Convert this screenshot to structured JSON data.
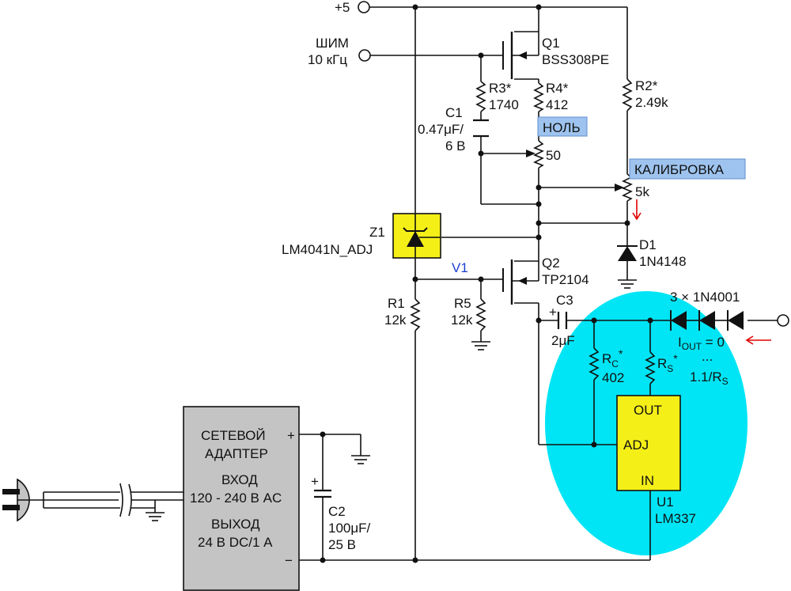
{
  "labels": {
    "vplus": "+5",
    "pwm_line1": "ШИМ",
    "pwm_line2": "10 кГц",
    "q1_name": "Q1",
    "q1_part": "BSS308PE",
    "r3_name": "R3*",
    "r3_val": "1740",
    "r4_name": "R4*",
    "r4_val": "412",
    "r2_name": "R2*",
    "r2_val": "2.49k",
    "c1_name": "C1",
    "c1_val1": "0.47μF/",
    "c1_val2": "6 В",
    "zero_trim": "НОЛЬ",
    "pot_zero": "50",
    "calibration": "КАЛИБРОВКА",
    "pot_cal": "5k",
    "z1_name": "Z1",
    "z1_part": "LM4041N_ADJ",
    "d1_name": "D1",
    "d1_part": "1N4148",
    "v1": "V1",
    "q2_name": "Q2",
    "q2_part": "TP2104",
    "c3_name": "C3",
    "c3_val": "2μF",
    "r1_name": "R1",
    "r1_val": "12k",
    "r5_name": "R5",
    "r5_val": "12k",
    "diodes3": "3 × 1N4001",
    "iout_I": "I",
    "iout_sub": "OUT",
    "iout_eq": " = 0",
    "dots": "...",
    "iout_formula": "1.1/R",
    "iout_formula_sub": "S",
    "rc_R": "R",
    "rc_sub": "C",
    "rc_star": "*",
    "rc_val": "402",
    "rs_R": "R",
    "rs_sub": "S",
    "rs_star": "*",
    "pin_out": "OUT",
    "pin_adj": "ADJ",
    "pin_in": "IN",
    "u1_name": "U1",
    "u1_part": "LM337",
    "adapter_l1": "СЕТЕВОЙ",
    "adapter_l2": "АДАПТЕР",
    "adapter_l3": "ВХОД",
    "adapter_l4": "120 - 240 В AC",
    "adapter_l5": "ВЫХОД",
    "adapter_l6": "24 В DC/1 А",
    "plus": "+",
    "minus": "−",
    "c2_name": "C2",
    "c2_val1": "100μF/",
    "c2_val2": "25 В"
  },
  "colors": {
    "highlight_ellipse": "#00e5f5",
    "zener_box": "#f5ef18",
    "regulator_box": "#f5ef18",
    "label_box": "#9ec3ee",
    "label_box_border": "#5f8fcf",
    "adapter_box": "#c4c4c4",
    "v1_text": "#1a3fd0",
    "arrow": "#e00000"
  }
}
